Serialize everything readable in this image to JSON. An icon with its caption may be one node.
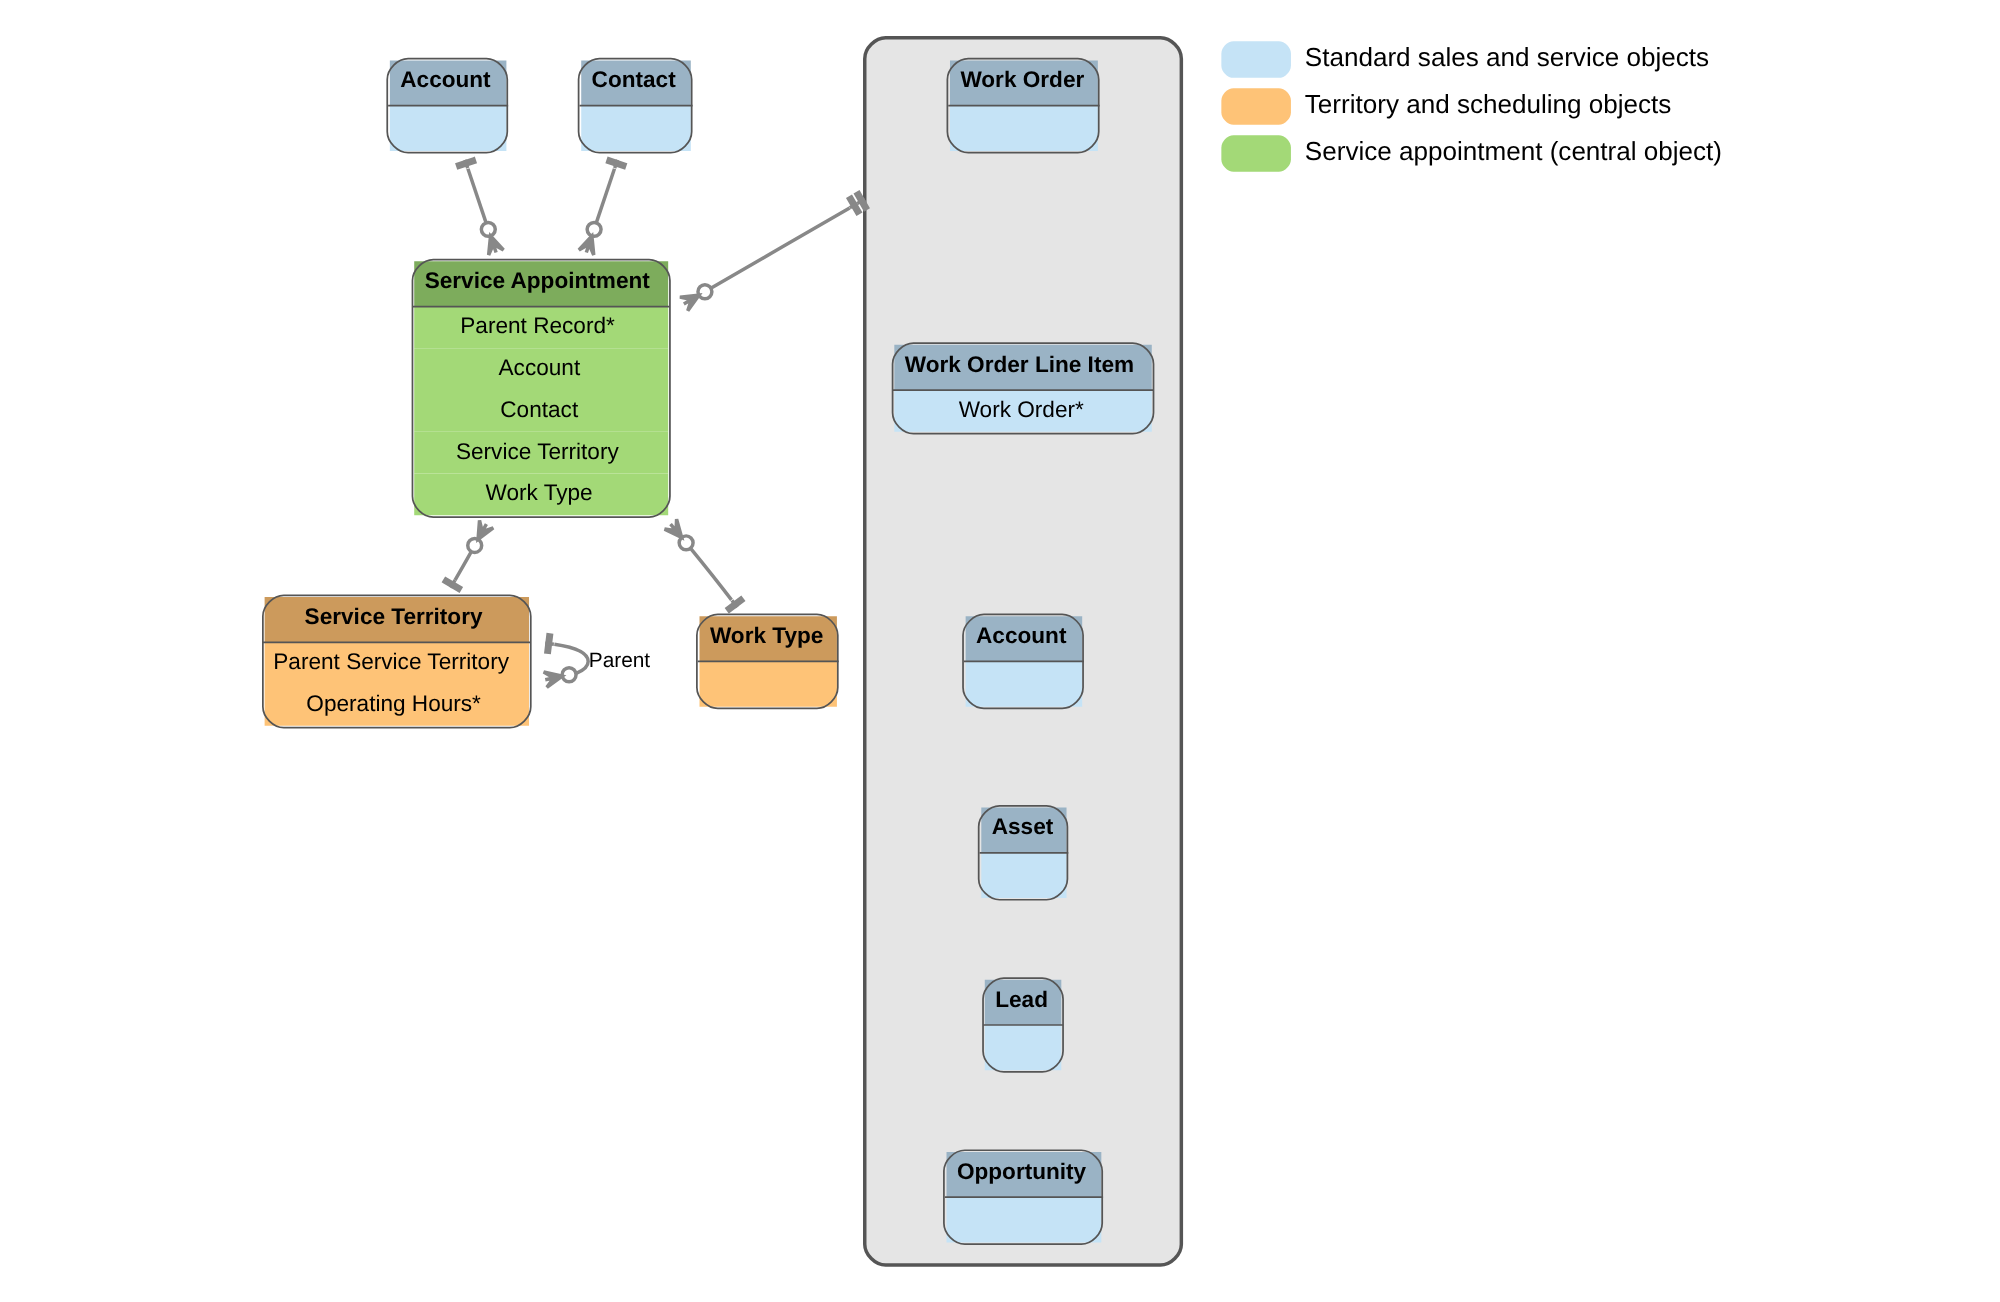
{
  "diagram": {
    "nodes": [
      {
        "text": [
          "Account"
        ]
      },
      {
        "text": [
          "Contact"
        ]
      },
      {
        "text": [
          "Service Appointment",
          "Parent Record*",
          "Account",
          "Contact",
          "Service Territory",
          "Work Type"
        ]
      },
      {
        "text": [],
        "shape": "box"
      },
      {
        "text": [
          "Work Order"
        ],
        "in": 3
      },
      {
        "text": [
          "Work Order Line Item",
          "Work Order*"
        ],
        "in": 3
      },
      {
        "text": [
          "Account"
        ],
        "in": 3
      },
      {
        "text": [
          "Asset"
        ],
        "in": 3
      },
      {
        "text": [
          "Lead"
        ],
        "in": 3
      },
      {
        "text": [
          "Opportunity"
        ],
        "in": 3
      },
      {
        "text": [
          "Service Territory",
          "Parent Service Territory",
          "Operating Hours*"
        ]
      },
      {
        "text": [
          "Work Type"
        ]
      }
    ],
    "edges": [
      {
        "from": 0,
        "to": 2,
        "arrow": "other"
      },
      {
        "from": 1,
        "to": 2,
        "arrow": "other"
      },
      {
        "from": 3,
        "to": 2,
        "arrow": "other"
      },
      {
        "from": 10,
        "to": 2,
        "arrow": "other"
      },
      {
        "from": 11,
        "to": 2,
        "arrow": "other"
      },
      {
        "from": 10,
        "to": 10,
        "arrow": "other",
        "label": "Parent"
      }
    ],
    "legend": [
      {
        "text": "Standard sales and service objects",
        "color": "#c5e3f6"
      },
      {
        "text": "Territory and scheduling objects",
        "color": "#fec377"
      },
      {
        "text": "Service appointment (central object)",
        "color": "#a3d977"
      }
    ]
  }
}
